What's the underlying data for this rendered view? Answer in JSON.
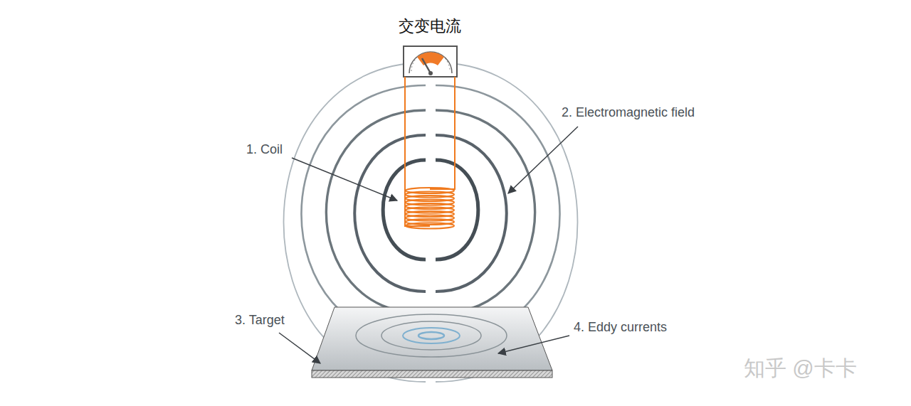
{
  "diagram": {
    "title": "交变电流",
    "labels": [
      "1. Coil",
      "2. Electromagnetic field",
      "3. Target",
      "4. Eddy currents",
      "知乎 @卡卡"
    ]
  }
}
